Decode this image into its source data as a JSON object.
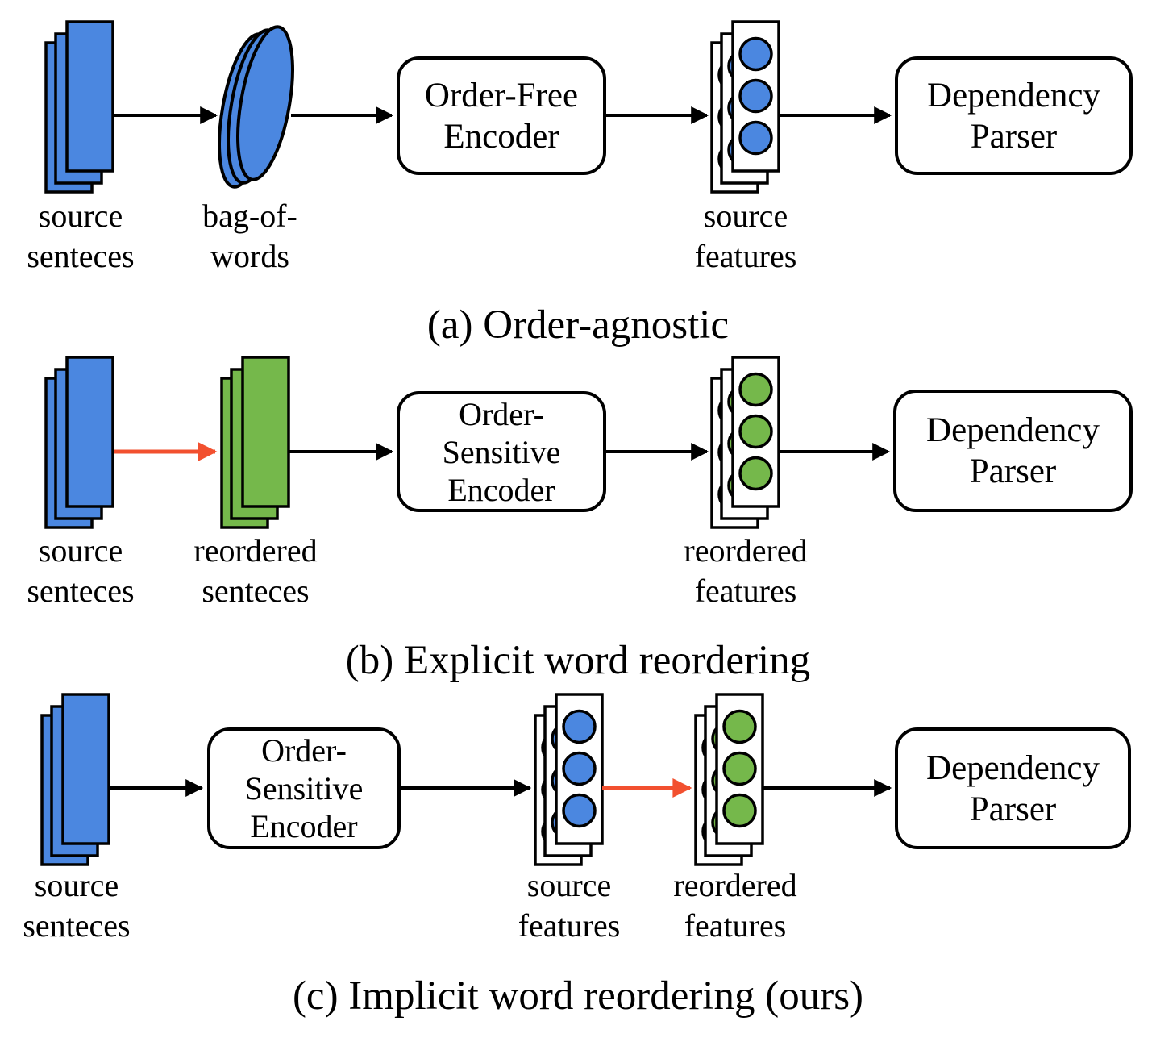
{
  "figure": {
    "colors": {
      "blue": "#4b87e0",
      "green": "#75b84b",
      "red": "#f2502f",
      "black": "#000000",
      "white": "#ffffff"
    },
    "panel_a": {
      "caption": "(a) Order-agnostic",
      "source_sentences": [
        "source",
        "senteces"
      ],
      "bag_of_words": [
        "bag-of-",
        "words"
      ],
      "encoder": [
        "Order-Free",
        "Encoder"
      ],
      "source_features": [
        "source",
        "features"
      ],
      "parser": [
        "Dependency",
        "Parser"
      ]
    },
    "panel_b": {
      "caption": "(b) Explicit word reordering",
      "source_sentences": [
        "source",
        "senteces"
      ],
      "reordered_sentences": [
        "reordered",
        "senteces"
      ],
      "encoder": [
        "Order-",
        "Sensitive",
        "Encoder"
      ],
      "reordered_features": [
        "reordered",
        "features"
      ],
      "parser": [
        "Dependency",
        "Parser"
      ]
    },
    "panel_c": {
      "caption": "(c) Implicit word reordering (ours)",
      "source_sentences": [
        "source",
        "senteces"
      ],
      "encoder": [
        "Order-",
        "Sensitive",
        "Encoder"
      ],
      "source_features": [
        "source",
        "features"
      ],
      "reordered_features": [
        "reordered",
        "features"
      ],
      "parser": [
        "Dependency",
        "Parser"
      ]
    }
  }
}
